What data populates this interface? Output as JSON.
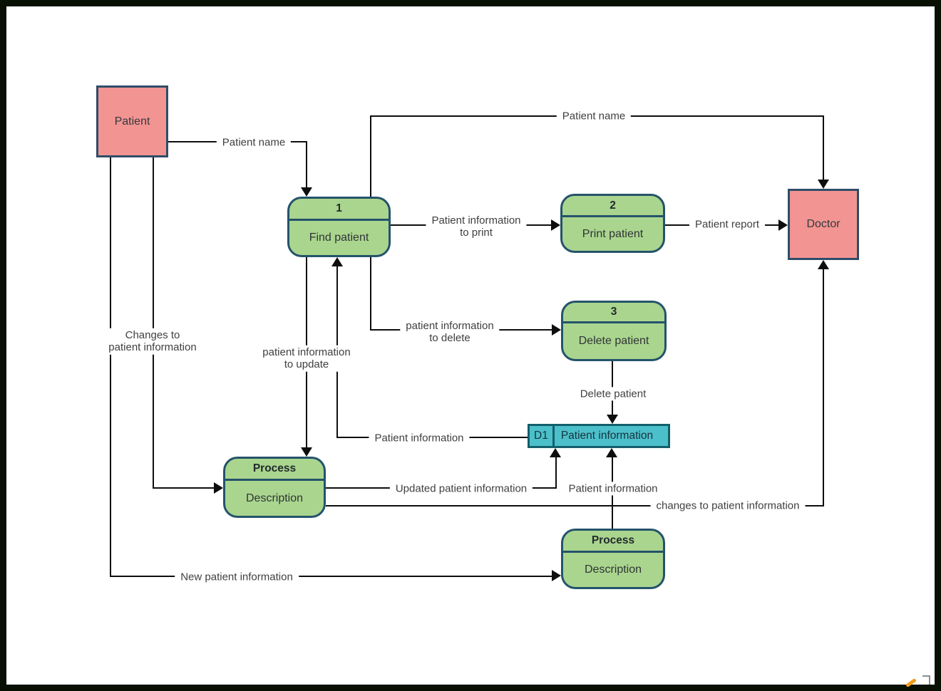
{
  "diagram": {
    "type": "data-flow-diagram",
    "frame_color": "#081004",
    "background": "#ffffff"
  },
  "colors": {
    "process_fill": "#aad58e",
    "process_border": "#24536b",
    "entity_fill": "#f29492",
    "entity_border": "#2e4d68",
    "store_fill": "#4cc0ca",
    "store_border": "#135f6b",
    "line": "#0e0e0e",
    "label_text": "#3f3f3f"
  },
  "nodes": {
    "patient": {
      "label": "Patient"
    },
    "doctor": {
      "label": "Doctor"
    },
    "find": {
      "id": "1",
      "label": "Find patient"
    },
    "print": {
      "id": "2",
      "label": "Print patient"
    },
    "delete": {
      "id": "3",
      "label": "Delete patient"
    },
    "update_process": {
      "id": "Process",
      "label": "Description"
    },
    "add_process": {
      "id": "Process",
      "label": "Description"
    },
    "datastore": {
      "id": "D1",
      "label": "Patient information"
    }
  },
  "flows": {
    "patient_name": "Patient name",
    "patient_name_top": "Patient name",
    "info_to_print": "Patient information\nto print",
    "patient_report": "Patient report",
    "info_to_delete": "patient information\nto delete",
    "delete_patient": "Delete patient",
    "patient_information": "Patient information",
    "info_to_update": "patient information\nto update",
    "changes_to_info": "Changes to\npatient information",
    "updated_info": "Updated patient information",
    "patient_information_2": "Patient information",
    "changes_to_info_2": "changes to patient information",
    "new_info": "New patient information"
  }
}
